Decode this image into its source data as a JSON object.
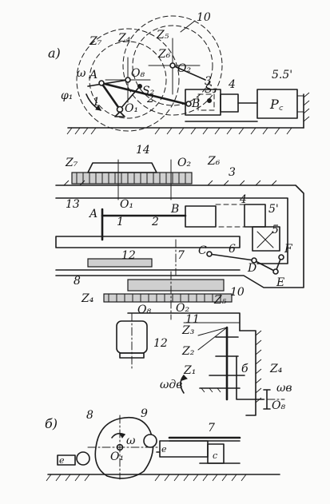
{
  "panels": {
    "a": {
      "tag": "а)"
    },
    "b": {
      "tag": "б)"
    }
  },
  "labels": {
    "z7": "Z₇",
    "z4": "Z₄",
    "z5": "Z₅",
    "z6": "Z₆",
    "l10": "10",
    "l55": "5.5'",
    "omega": "ω",
    "phi1": "φ₁",
    "A": "A",
    "O1": "O₁",
    "O8": "O₈",
    "O2": "O₂",
    "S2": "S₂",
    "S3": "S₃",
    "B": "B",
    "n1": "1",
    "n2": "2",
    "n3": "3",
    "n4": "4",
    "Pc": "P꜀",
    "n14": "14",
    "z7b": "Z₇",
    "O2b": "O₂",
    "z6b": "Z₆",
    "n3b": "3",
    "n13": "13",
    "Ab": "A",
    "O1b": "O₁",
    "Bb": "B",
    "n4b": "4",
    "n5p": "5'",
    "n1b": "1",
    "n2b": "2",
    "n5": "5",
    "n12": "12",
    "n7": "7",
    "C": "C",
    "n6": "6",
    "D": "D",
    "F": "F",
    "E": "E",
    "n8": "8",
    "z4b": "Z₄",
    "O8b": "O₈",
    "O2c": "O₂",
    "z5b": "Z₅",
    "n10": "10",
    "n11": "11",
    "n12b": "12",
    "z3": "Z₃",
    "z2": "Z₂",
    "z1": "Z₁",
    "omega_dv": "ωдв",
    "b": "б",
    "z4c": "Z₄",
    "omega_v": "ωв",
    "O8c": "O₈",
    "n8c": "8",
    "n9": "9",
    "n7c": "7",
    "omega_c": "ω",
    "O1c": "O₁",
    "e_l": "е",
    "e_r": "е",
    "c": "c"
  }
}
